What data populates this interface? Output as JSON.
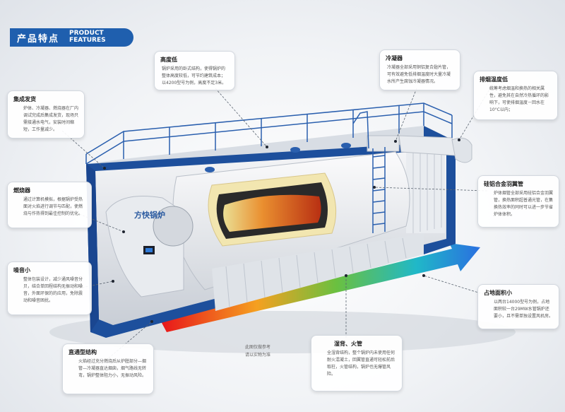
{
  "header": {
    "title_cn": "产品特点",
    "title_en_line1": "PRODUCT",
    "title_en_line2": "FEATURES"
  },
  "brand": "方快锅炉",
  "cards": {
    "height": {
      "title": "高度低",
      "body": "锅炉采用的卧式结构，使得锅炉的整体高度较低，可节约建筑成本；以4200型号为例，高度不足3米。"
    },
    "condenser": {
      "title": "冷凝器",
      "body": "冷凝器全部采用铜铝复合翅片管，可有效避免低排烟温度时大量冷凝水所产生腐蚀冷凝器情况。"
    },
    "integration": {
      "title": "集成发货",
      "body": "炉体、冷凝器、燃烧器在厂内调试完成后集成发货，现场只需接通水电气，安装时间缩短，工作量减少。"
    },
    "exhaust": {
      "title": "排烟温度低",
      "body": "统筹考虑烟温和换热的相关属性，避免其在自然冷热循环的影响下，可使排烟温度－回水在10°C以内；"
    },
    "burner": {
      "title": "燃烧器",
      "body": "通过计算机模拟，根据锅炉受热面对火焰进行调节与匹配，使燃烧与作热得到最佳控制的优化。"
    },
    "fin_tube": {
      "title": "硅铝合金羽翼管",
      "body": "炉体烟管全部采用硅铝合金羽翼管，换热面积超普通光管，在集换热效率的同时可以进一步节省炉体体积。"
    },
    "noise": {
      "title": "噪音小",
      "body": "整体包装设计，减少通风噪音分贝，结合单回程结构无振动和噪音，外面环保的的应用，免除震动和噪音困扰。"
    },
    "footprint": {
      "title": "占地面积小",
      "body": "以两台14000型号为例，占地面积较一台29MW水管锅炉还要小，且不需单独设置风机房。"
    },
    "straight_flow": {
      "title": "直通型结构",
      "body": "火焰经过充分燃烧后从炉膛部分—烟管—冷凝器直达烟囱，烟气路线无转弯，锅炉整体阻力小，无振动风险。"
    },
    "wet_back": {
      "title": "湿背、火管",
      "body": "全湿背结构，整个锅炉内未使用任何耐火混凝土，回翼管直通可轻松前后取柱，火管结构，锅炉也无爆管风险。"
    }
  },
  "note": {
    "line1": "此图仅做参考",
    "line2": "请以实物为准"
  },
  "colors": {
    "header": "#1f5fae",
    "container_blue": "#1d4f9c",
    "arrow_start": "#e02020",
    "arrow_end": "#2a7fe0"
  }
}
